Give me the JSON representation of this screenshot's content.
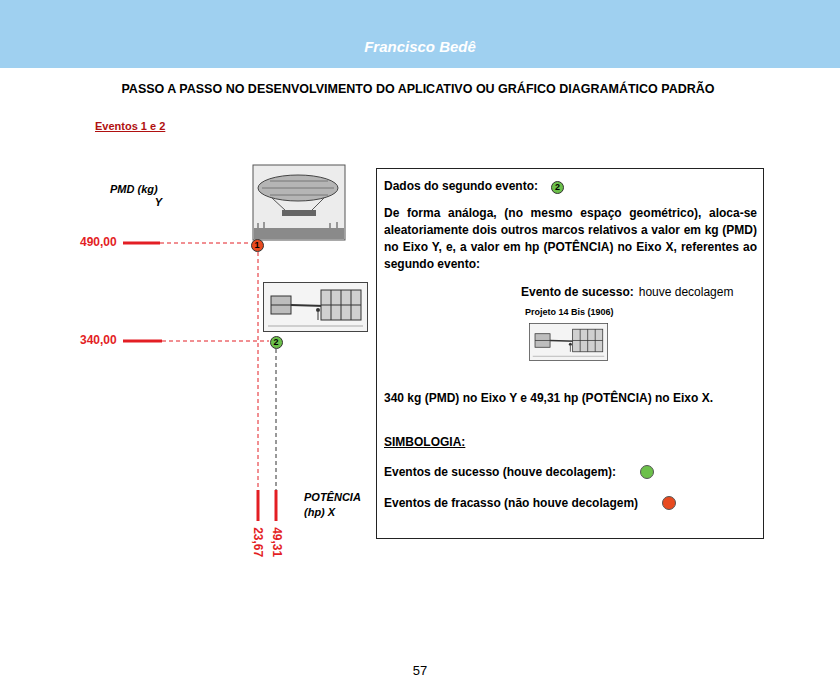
{
  "diagram": {
    "title": "PASSO A PASSO NO DESENVOLVIMENTO DO APLICATIVO OU GRÁFICO DIAGRAMÁTICO PADRÃO",
    "nodes": [
      {
        "text": [
          "Dados do segundo evento:",
          "De forma análoga, (no mesmo espaço geométrico), aloca-se aleatoriamente dois outros marcos relativos a valor em kg (PMD) no Eixo Y, e, a valor em hp (POTÊNCIA) no Eixo X, referentes ao segundo evento:",
          "Evento de sucesso:",
          "houve decolagem",
          "Projeto 14 Bis (1906)",
          "340 kg (PMD) no Eixo Y e 49,31 hp (POTÊNCIA) no Eixo X.",
          "SIMBOLOGIA:"
        ]
      },
      {
        "text": [
          "2"
        ],
        "in": 0
      },
      {
        "text": [
          "1"
        ]
      },
      {
        "text": [
          "2"
        ]
      }
    ],
    "labels": [
      "Francisco Bedê",
      "Eventos 1 e 2",
      "PMD (kg)",
      "Y",
      "490,00",
      "340,00",
      "POTÊNCIA",
      "(hp) X",
      "23,67",
      "49,31",
      "57"
    ],
    "legend": [
      {
        "text": "Eventos de sucesso (houve decolagem):",
        "color": "#6cc04a"
      },
      {
        "text": "Eventos de fracasso (não houve decolagem)",
        "color": "#e84a1f"
      }
    ]
  }
}
